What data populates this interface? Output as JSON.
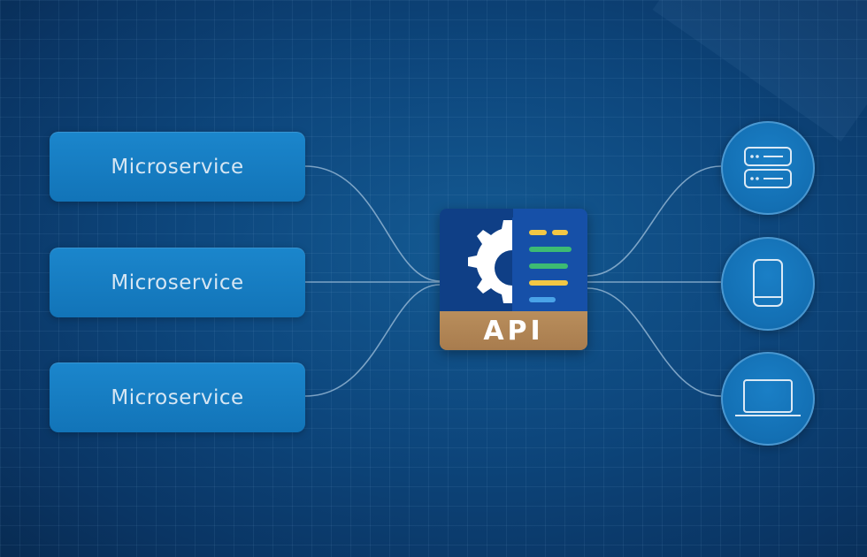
{
  "microservices": [
    {
      "label": "Microservice"
    },
    {
      "label": "Microservice"
    },
    {
      "label": "Microservice"
    }
  ],
  "gateway": {
    "label": "API",
    "icons": [
      "gear-icon",
      "list-icon"
    ]
  },
  "clients": [
    {
      "icon": "server-icon"
    },
    {
      "icon": "mobile-phone-icon"
    },
    {
      "icon": "laptop-icon"
    }
  ],
  "colors": {
    "background": "#0d467c",
    "microservice_box": "#1677bd",
    "gateway_top": "#0f3f86",
    "gateway_bottom": "#b08654",
    "bar_yellow": "#f2c744",
    "bar_green": "#3dbb73",
    "bar_blue": "#4aa3e8",
    "connector": "#8fb3d1"
  }
}
